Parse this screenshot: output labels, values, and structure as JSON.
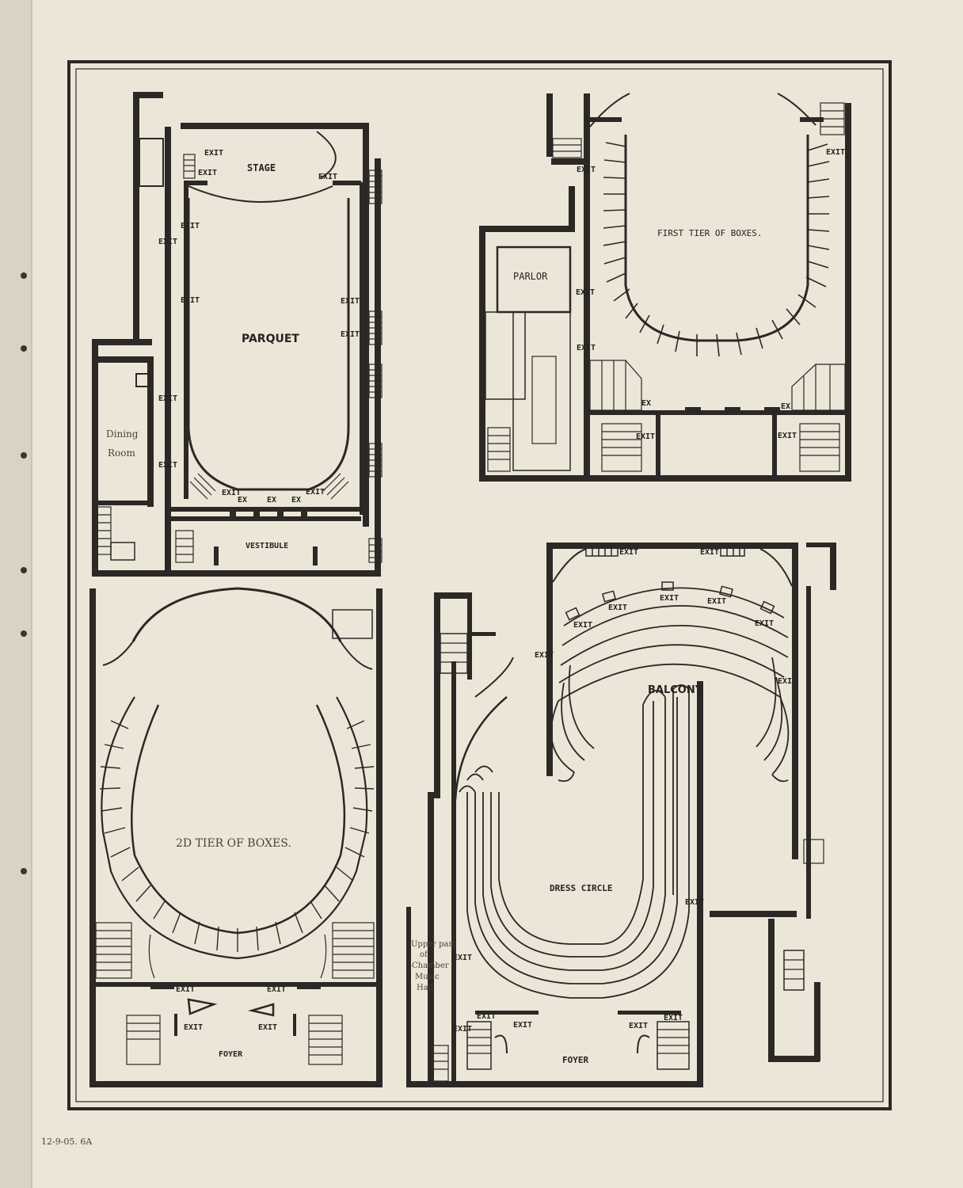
{
  "plans": {
    "parquet": {
      "title": "PARQUET",
      "stage": "STAGE",
      "vestibule": "VESTIBULE",
      "dining_1": "Dining",
      "dining_2": "Room",
      "exit": "EXIT",
      "ex": "EX"
    },
    "first_tier": {
      "title": "FIRST TIER OF BOXES.",
      "parlor": "PARLOR",
      "exit": "EXIT",
      "ex": "EX"
    },
    "second_tier": {
      "title": "2D TIER OF BOXES.",
      "foyer": "FOYER",
      "exit": "EXIT"
    },
    "balcony": {
      "title": "BALCONY",
      "dress_circle": "DRESS CIRCLE",
      "foyer": "FOYER",
      "exit": "EXIT",
      "chamber_1": "Upper part",
      "chamber_2": "of",
      "chamber_3": "Chamber",
      "chamber_4": "Music",
      "chamber_5": "Hall"
    }
  },
  "margin_note": "12-9-05. 6A",
  "colors": {
    "paper": "#ebe6d8",
    "ink": "#2b2825"
  }
}
